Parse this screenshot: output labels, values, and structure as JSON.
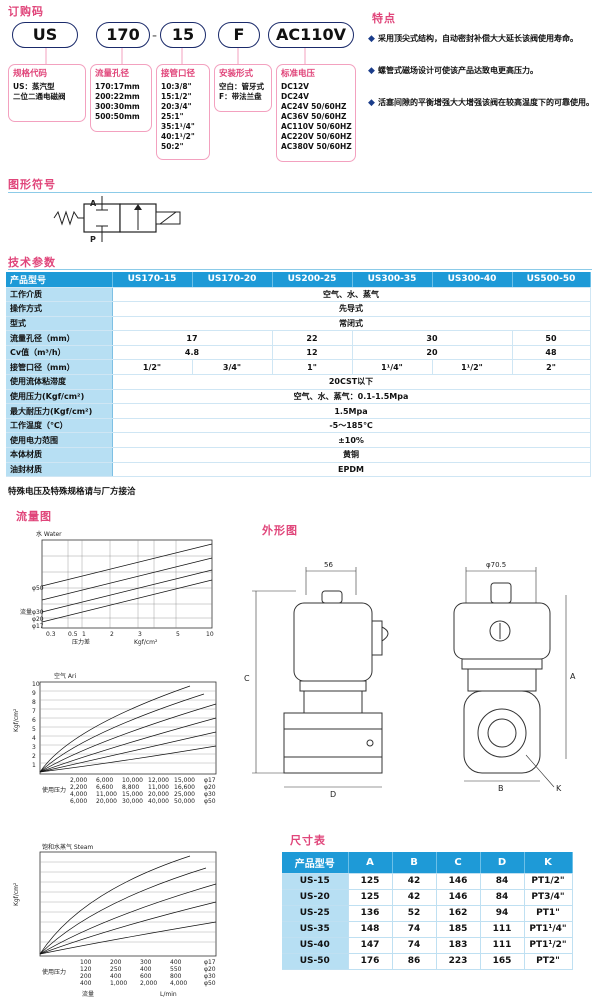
{
  "sections": {
    "order_code": "订购码",
    "features": "特点",
    "symbol": "图形符号",
    "tech": "技术参数",
    "flow": "流量图",
    "outline": "外形图",
    "dims": "尺寸表"
  },
  "order_code": {
    "parts": [
      "US",
      "170",
      "15",
      "F",
      "AC110V"
    ],
    "dash": "-"
  },
  "spec_boxes": [
    {
      "head": "规格代码",
      "lines": [
        "US：蒸汽型",
        "二位二通电磁阀"
      ]
    },
    {
      "head": "流量孔径",
      "lines": [
        "170:17mm",
        "200:22mm",
        "300:30mm",
        "500:50mm"
      ]
    },
    {
      "head": "接管口径",
      "lines": [
        "10:3/8\"",
        "15:1/2\"",
        "20:3/4\"",
        "25:1\"",
        "35:1¹/4\"",
        "40:1¹/2\"",
        "50:2\""
      ]
    },
    {
      "head": "安装形式",
      "lines": [
        "空白：管牙式",
        "F：带法兰盘"
      ]
    },
    {
      "head": "标准电压",
      "lines": [
        "DC12V",
        "DC24V",
        "AC24V  50/60HZ",
        "AC36V  50/60HZ",
        "AC110V 50/60HZ",
        "AC220V 50/60HZ",
        "AC380V 50/60HZ"
      ]
    }
  ],
  "features": [
    "采用顶尖式结构，自动密封补偿大大延长该阀使用寿命。",
    "螺管式磁场设计可使该产品达致电更高压力。",
    "活塞间隙的平衡增强大大增强该阀在较高温度下的可靠使用。"
  ],
  "symbol": {
    "top_port": "A",
    "bottom_port": "P"
  },
  "spec_table": {
    "header": [
      "产品型号",
      "US170-15",
      "US170-20",
      "US200-25",
      "US300-35",
      "US300-40",
      "US500-50"
    ],
    "rows": [
      {
        "label": "工作介质",
        "span_value": "空气、水、蒸气"
      },
      {
        "label": "操作方式",
        "span_value": "先导式"
      },
      {
        "label": "型式",
        "span_value": "常闭式"
      },
      {
        "label": "流量孔径（mm）",
        "groups": [
          "17",
          "22",
          "30",
          "50"
        ]
      },
      {
        "label": "Cv值（m³/h）",
        "groups": [
          "4.8",
          "12",
          "20",
          "48"
        ]
      },
      {
        "label": "接管口径（mm）",
        "cells": [
          "1/2\"",
          "3/4\"",
          "1\"",
          "1¹/4\"",
          "1¹/2\"",
          "2\""
        ]
      },
      {
        "label": "使用流体粘滞度",
        "span_value": "20CST以下"
      },
      {
        "label": "使用压力(Kgf/cm²)",
        "span_value": "空气、水、蒸气：0.1-1.5Mpa"
      },
      {
        "label": "最大耐压力(Kgf/cm²)",
        "span_value": "1.5Mpa"
      },
      {
        "label": "工作温度（℃）",
        "span_value": "-5～185℃"
      },
      {
        "label": "使用电力范围",
        "span_value": "±10%"
      },
      {
        "label": "本体材质",
        "span_value": "黄铜"
      },
      {
        "label": "油封材质",
        "span_value": "EPDM"
      }
    ],
    "note": "特殊电压及特殊规格请与厂方接洽"
  },
  "flow_charts": {
    "water": {
      "title": "水  Water",
      "xlabel": "压力差",
      "unit": "Kgf/cm²",
      "ticks": [
        "0.3",
        "0.5",
        "1",
        "2",
        "3",
        "5",
        "10"
      ],
      "ylabel": "流量",
      "sizes": [
        "φ50",
        "φ30",
        "φ20",
        "φ17"
      ]
    },
    "air": {
      "title": "空气  Ari",
      "ylabel": "Kgf/cm²",
      "yticks": [
        "10",
        "9",
        "8",
        "7",
        "6",
        "5",
        "4",
        "3",
        "2",
        "1"
      ],
      "rows": [
        [
          "2,000",
          "6,000",
          "10,000",
          "12,000",
          "15,000"
        ],
        [
          "2,200",
          "6,600",
          "8,800",
          "11,000",
          "16,600"
        ],
        [
          "4,000",
          "11,000",
          "15,000",
          "20,000",
          "25,000"
        ],
        [
          "6,000",
          "20,000",
          "30,000",
          "40,000",
          "50,000"
        ]
      ],
      "sizes": [
        "φ17",
        "φ20",
        "φ30",
        "φ50"
      ],
      "side": "使用压力"
    },
    "steam": {
      "title": "饱和水蒸气  Steam",
      "ylabel": "Kgf/cm²",
      "rows": [
        [
          "100",
          "200",
          "300",
          "400"
        ],
        [
          "120",
          "250",
          "400",
          "550"
        ],
        [
          "200",
          "400",
          "600",
          "800"
        ],
        [
          "400",
          "1,000",
          "2,000",
          "4,000"
        ]
      ],
      "sizes": [
        "φ17",
        "φ20",
        "φ30",
        "φ50"
      ],
      "xlabel": "流量",
      "xunit": "L/min",
      "side": "使用压力"
    }
  },
  "outline_drawing": {
    "dim_56": "56",
    "dim_70": "φ70.5",
    "C": "C",
    "A": "A",
    "D": "D",
    "B": "B",
    "K": "K"
  },
  "dim_table": {
    "header": [
      "产品型号",
      "A",
      "B",
      "C",
      "D",
      "K"
    ],
    "rows": [
      [
        "US-15",
        "125",
        "42",
        "146",
        "84",
        "PT1/2\""
      ],
      [
        "US-20",
        "125",
        "42",
        "146",
        "84",
        "PT3/4\""
      ],
      [
        "US-25",
        "136",
        "52",
        "162",
        "94",
        "PT1\""
      ],
      [
        "US-35",
        "148",
        "74",
        "185",
        "111",
        "PT1¹/4\""
      ],
      [
        "US-40",
        "147",
        "74",
        "183",
        "111",
        "PT1¹/2\""
      ],
      [
        "US-50",
        "176",
        "86",
        "223",
        "165",
        "PT2\""
      ]
    ]
  },
  "colors": {
    "accent": "#e0457a",
    "table_head": "#1e9ad7",
    "table_label": "#b7dff3"
  }
}
